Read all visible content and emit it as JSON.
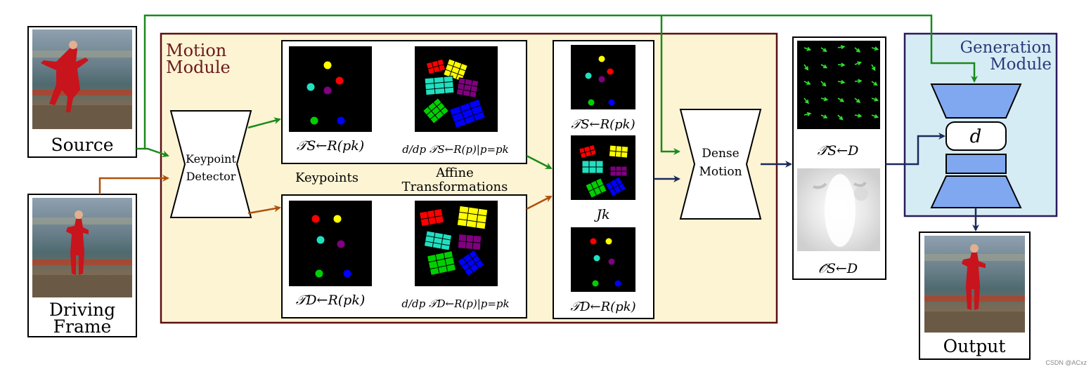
{
  "inputs": {
    "source_label": "Source",
    "driving_label_line1": "Driving",
    "driving_label_line2": "Frame"
  },
  "motion_module": {
    "title_line1": "Motion",
    "title_line2": "Module",
    "keypoint_detector_line1": "Keypoint",
    "keypoint_detector_line2": "Detector",
    "keypoints_label": "Keypoints",
    "affine_label_line1": "Affine",
    "affine_label_line2": "Transformations",
    "formula_ts_keypoints": "𝒯S←R(pk)",
    "formula_ts_jacobian": "d/dp 𝒯S←R(p)|p=pk",
    "formula_td_keypoints": "𝒯D←R(pk)",
    "formula_td_jacobian": "d/dp 𝒯D←R(p)|p=pk",
    "column_top_formula": "𝒯S←R(pk)",
    "column_mid_label": "Jk",
    "column_bottom_formula": "𝒯D←R(pk)",
    "dense_motion_line1": "Dense",
    "dense_motion_line2": "Motion"
  },
  "dense_outputs": {
    "flow_formula": "𝒯̂S←D",
    "occlusion_formula": "𝒪̂S←D"
  },
  "generation_module": {
    "title_line1": "Generation",
    "title_line2": "Module",
    "bottleneck_symbol": "d"
  },
  "output": {
    "label": "Output"
  },
  "watermark": "CSDN @ACxz",
  "colors": {
    "motion_bg": "#fdf4d4",
    "motion_border": "#5a1010",
    "motion_title": "#6b1a1a",
    "generation_bg": "#d6ecf5",
    "generation_border": "#2a1a5a",
    "generation_title": "#2a3a7a",
    "arrow_green": "#1a8a1a",
    "arrow_orange": "#b0500a",
    "arrow_navy": "#1a2a5a",
    "decoder_blue": "#7fa8f0",
    "kp_yellow": "#ffff00",
    "kp_red": "#ff0000",
    "kp_cyan": "#20e0c0",
    "kp_purple": "#800080",
    "kp_green": "#00d000",
    "kp_blue": "#0000ff"
  }
}
